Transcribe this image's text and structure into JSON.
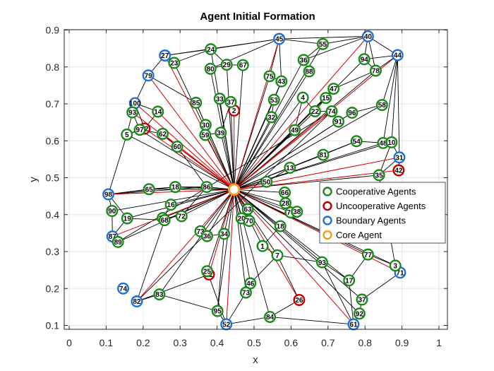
{
  "chart_data": {
    "type": "scatter",
    "title": "Agent Initial Formation",
    "xlabel": "x",
    "ylabel": "y",
    "xlim": [
      0,
      1
    ],
    "ylim": [
      0.1,
      0.9
    ],
    "xticks": [
      "0",
      "0.1",
      "0.2",
      "0.3",
      "0.4",
      "0.5",
      "0.6",
      "0.7",
      "0.8",
      "0.9",
      "1"
    ],
    "yticks": [
      "0.1",
      "0.2",
      "0.3",
      "0.4",
      "0.5",
      "0.6",
      "0.7",
      "0.8",
      "0.9"
    ],
    "grid": true,
    "legend_position": "right",
    "colors": {
      "cooperative": "#1a8a1a",
      "uncooperative": "#c00000",
      "boundary": "#1f6fd6",
      "core": "#f0a020",
      "edge": "#000000",
      "core_edge": "#d00000"
    },
    "series": [
      {
        "name": "Cooperative Agents",
        "key": "cooperative"
      },
      {
        "name": "Uncooperative Agents",
        "key": "uncooperative"
      },
      {
        "name": "Boundary Agents",
        "key": "boundary"
      },
      {
        "name": "Core Agent",
        "key": "core"
      }
    ],
    "core": {
      "x": 0.446,
      "y": 0.468
    },
    "nodes": [
      {
        "id": "45",
        "x": 0.568,
        "y": 0.876,
        "type": "boundary"
      },
      {
        "id": "40",
        "x": 0.808,
        "y": 0.883,
        "type": "boundary"
      },
      {
        "id": "44",
        "x": 0.888,
        "y": 0.832,
        "type": "boundary"
      },
      {
        "id": "27",
        "x": 0.259,
        "y": 0.831,
        "type": "boundary"
      },
      {
        "id": "79",
        "x": 0.214,
        "y": 0.777,
        "type": "boundary"
      },
      {
        "id": "100",
        "x": 0.178,
        "y": 0.702,
        "type": "boundary"
      },
      {
        "id": "31",
        "x": 0.893,
        "y": 0.555,
        "type": "boundary"
      },
      {
        "id": "98",
        "x": 0.106,
        "y": 0.455,
        "type": "boundary"
      },
      {
        "id": "87",
        "x": 0.117,
        "y": 0.341,
        "type": "boundary"
      },
      {
        "id": "71",
        "x": 0.895,
        "y": 0.243,
        "type": "boundary"
      },
      {
        "id": "74",
        "x": 0.146,
        "y": 0.2,
        "type": "boundary"
      },
      {
        "id": "82",
        "x": 0.183,
        "y": 0.165,
        "type": "boundary"
      },
      {
        "id": "61",
        "x": 0.769,
        "y": 0.103,
        "type": "boundary"
      },
      {
        "id": "52",
        "x": 0.425,
        "y": 0.103,
        "type": "boundary"
      },
      {
        "id": "2",
        "x": 0.446,
        "y": 0.682,
        "type": "uncooperative"
      },
      {
        "id": "12",
        "x": 0.204,
        "y": 0.633,
        "type": "uncooperative"
      },
      {
        "id": "42",
        "x": 0.891,
        "y": 0.52,
        "type": "uncooperative"
      },
      {
        "id": "21",
        "x": 0.378,
        "y": 0.238,
        "type": "uncooperative"
      },
      {
        "id": "26",
        "x": 0.622,
        "y": 0.169,
        "type": "uncooperative"
      },
      {
        "id": "55",
        "x": 0.686,
        "y": 0.862,
        "type": "cooperative"
      },
      {
        "id": "24",
        "x": 0.383,
        "y": 0.848,
        "type": "cooperative"
      },
      {
        "id": "23",
        "x": 0.284,
        "y": 0.811,
        "type": "cooperative"
      },
      {
        "id": "36",
        "x": 0.634,
        "y": 0.819,
        "type": "cooperative"
      },
      {
        "id": "94",
        "x": 0.798,
        "y": 0.821,
        "type": "cooperative"
      },
      {
        "id": "29",
        "x": 0.426,
        "y": 0.806,
        "type": "cooperative"
      },
      {
        "id": "67",
        "x": 0.47,
        "y": 0.805,
        "type": "cooperative"
      },
      {
        "id": "80",
        "x": 0.382,
        "y": 0.795,
        "type": "cooperative"
      },
      {
        "id": "88",
        "x": 0.649,
        "y": 0.788,
        "type": "cooperative"
      },
      {
        "id": "78",
        "x": 0.829,
        "y": 0.79,
        "type": "cooperative"
      },
      {
        "id": "75",
        "x": 0.542,
        "y": 0.775,
        "type": "cooperative"
      },
      {
        "id": "43",
        "x": 0.574,
        "y": 0.761,
        "type": "cooperative"
      },
      {
        "id": "47",
        "x": 0.715,
        "y": 0.741,
        "type": "cooperative"
      },
      {
        "id": "4",
        "x": 0.632,
        "y": 0.717,
        "type": "cooperative"
      },
      {
        "id": "33",
        "x": 0.407,
        "y": 0.714,
        "type": "cooperative"
      },
      {
        "id": "37",
        "x": 0.437,
        "y": 0.705,
        "type": "cooperative"
      },
      {
        "id": "53",
        "x": 0.554,
        "y": 0.711,
        "type": "cooperative"
      },
      {
        "id": "15",
        "x": 0.694,
        "y": 0.716,
        "type": "cooperative"
      },
      {
        "id": "85",
        "x": 0.343,
        "y": 0.703,
        "type": "cooperative"
      },
      {
        "id": "58",
        "x": 0.846,
        "y": 0.697,
        "type": "cooperative"
      },
      {
        "id": "14",
        "x": 0.24,
        "y": 0.679,
        "type": "cooperative"
      },
      {
        "id": "93",
        "x": 0.171,
        "y": 0.677,
        "type": "cooperative"
      },
      {
        "id": "22",
        "x": 0.665,
        "y": 0.68,
        "type": "cooperative"
      },
      {
        "id": "74",
        "x": 0.71,
        "y": 0.68,
        "type": "cooperative"
      },
      {
        "id": "96",
        "x": 0.765,
        "y": 0.676,
        "type": "cooperative"
      },
      {
        "id": "32",
        "x": 0.547,
        "y": 0.664,
        "type": "cooperative"
      },
      {
        "id": "91",
        "x": 0.728,
        "y": 0.652,
        "type": "cooperative"
      },
      {
        "id": "30",
        "x": 0.369,
        "y": 0.643,
        "type": "cooperative"
      },
      {
        "id": "97",
        "x": 0.191,
        "y": 0.63,
        "type": "cooperative"
      },
      {
        "id": "39",
        "x": 0.41,
        "y": 0.622,
        "type": "cooperative"
      },
      {
        "id": "62",
        "x": 0.253,
        "y": 0.619,
        "type": "cooperative"
      },
      {
        "id": "59",
        "x": 0.368,
        "y": 0.616,
        "type": "cooperative"
      },
      {
        "id": "5",
        "x": 0.156,
        "y": 0.617,
        "type": "cooperative"
      },
      {
        "id": "49",
        "x": 0.61,
        "y": 0.629,
        "type": "cooperative"
      },
      {
        "id": "54",
        "x": 0.777,
        "y": 0.599,
        "type": "cooperative"
      },
      {
        "id": "48",
        "x": 0.849,
        "y": 0.594,
        "type": "cooperative"
      },
      {
        "id": "10",
        "x": 0.872,
        "y": 0.596,
        "type": "cooperative"
      },
      {
        "id": "60",
        "x": 0.292,
        "y": 0.584,
        "type": "cooperative"
      },
      {
        "id": "81",
        "x": 0.687,
        "y": 0.562,
        "type": "cooperative"
      },
      {
        "id": "13",
        "x": 0.597,
        "y": 0.527,
        "type": "cooperative"
      },
      {
        "id": "35",
        "x": 0.838,
        "y": 0.507,
        "type": "cooperative"
      },
      {
        "id": "50",
        "x": 0.534,
        "y": 0.489,
        "type": "cooperative"
      },
      {
        "id": "65",
        "x": 0.216,
        "y": 0.469,
        "type": "cooperative"
      },
      {
        "id": "18",
        "x": 0.287,
        "y": 0.475,
        "type": "cooperative"
      },
      {
        "id": "86",
        "x": 0.372,
        "y": 0.475,
        "type": "cooperative"
      },
      {
        "id": "66",
        "x": 0.583,
        "y": 0.46,
        "type": "cooperative"
      },
      {
        "id": "28",
        "x": 0.585,
        "y": 0.431,
        "type": "cooperative"
      },
      {
        "id": "16",
        "x": 0.275,
        "y": 0.427,
        "type": "cooperative"
      },
      {
        "id": "90",
        "x": 0.116,
        "y": 0.41,
        "type": "cooperative"
      },
      {
        "id": "63",
        "x": 0.483,
        "y": 0.415,
        "type": "cooperative"
      },
      {
        "id": "76",
        "x": 0.599,
        "y": 0.406,
        "type": "cooperative"
      },
      {
        "id": "38",
        "x": 0.616,
        "y": 0.408,
        "type": "cooperative"
      },
      {
        "id": "19",
        "x": 0.157,
        "y": 0.39,
        "type": "cooperative"
      },
      {
        "id": "72",
        "x": 0.304,
        "y": 0.396,
        "type": "cooperative"
      },
      {
        "id": "89",
        "x": 0.253,
        "y": 0.391,
        "type": "cooperative"
      },
      {
        "id": "68",
        "x": 0.258,
        "y": 0.385,
        "type": "cooperative"
      },
      {
        "id": "20",
        "x": 0.466,
        "y": 0.39,
        "type": "cooperative"
      },
      {
        "id": "70",
        "x": 0.487,
        "y": 0.383,
        "type": "cooperative"
      },
      {
        "id": "18b",
        "label": "18",
        "x": 0.571,
        "y": 0.369,
        "type": "cooperative"
      },
      {
        "id": "73",
        "x": 0.355,
        "y": 0.355,
        "type": "cooperative"
      },
      {
        "id": "36b",
        "label": "36",
        "x": 0.373,
        "y": 0.342,
        "type": "cooperative"
      },
      {
        "id": "34",
        "x": 0.419,
        "y": 0.348,
        "type": "cooperative"
      },
      {
        "id": "89b",
        "label": "89",
        "x": 0.132,
        "y": 0.326,
        "type": "cooperative"
      },
      {
        "id": "1",
        "x": 0.523,
        "y": 0.315,
        "type": "cooperative"
      },
      {
        "id": "7",
        "x": 0.563,
        "y": 0.29,
        "type": "cooperative"
      },
      {
        "id": "77",
        "x": 0.808,
        "y": 0.292,
        "type": "cooperative"
      },
      {
        "id": "93b",
        "label": "93",
        "x": 0.684,
        "y": 0.271,
        "type": "cooperative"
      },
      {
        "id": "3",
        "x": 0.882,
        "y": 0.262,
        "type": "cooperative"
      },
      {
        "id": "25",
        "x": 0.373,
        "y": 0.247,
        "type": "cooperative"
      },
      {
        "id": "17",
        "x": 0.757,
        "y": 0.222,
        "type": "cooperative"
      },
      {
        "id": "46",
        "x": 0.49,
        "y": 0.214,
        "type": "cooperative"
      },
      {
        "id": "73b",
        "label": "73",
        "x": 0.478,
        "y": 0.189,
        "type": "cooperative"
      },
      {
        "id": "83",
        "x": 0.244,
        "y": 0.184,
        "type": "cooperative"
      },
      {
        "id": "37b",
        "label": "37",
        "x": 0.792,
        "y": 0.17,
        "type": "cooperative"
      },
      {
        "id": "95",
        "x": 0.401,
        "y": 0.139,
        "type": "cooperative"
      },
      {
        "id": "92",
        "x": 0.785,
        "y": 0.132,
        "type": "cooperative"
      },
      {
        "id": "84",
        "x": 0.543,
        "y": 0.123,
        "type": "cooperative"
      }
    ],
    "core_links": [
      "2",
      "12",
      "42",
      "21",
      "26",
      "79",
      "100",
      "27",
      "45",
      "40",
      "44",
      "31",
      "98",
      "87",
      "74",
      "82",
      "61",
      "52",
      "71",
      "62",
      "93",
      "14"
    ],
    "edges": [
      [
        "27",
        "24"
      ],
      [
        "27",
        "45"
      ],
      [
        "27",
        "23"
      ],
      [
        "27",
        "79"
      ],
      [
        "23",
        "24"
      ],
      [
        "24",
        "45"
      ],
      [
        "24",
        "29"
      ],
      [
        "45",
        "55"
      ],
      [
        "45",
        "40"
      ],
      [
        "45",
        "80"
      ],
      [
        "45",
        "75"
      ],
      [
        "45",
        "43"
      ],
      [
        "40",
        "55"
      ],
      [
        "40",
        "44"
      ],
      [
        "40",
        "94"
      ],
      [
        "40",
        "36"
      ],
      [
        "40",
        "78"
      ],
      [
        "44",
        "94"
      ],
      [
        "44",
        "78"
      ],
      [
        "44",
        "58"
      ],
      [
        "44",
        "10"
      ],
      [
        "44",
        "48"
      ],
      [
        "44",
        "31"
      ],
      [
        "79",
        "100"
      ],
      [
        "79",
        "85"
      ],
      [
        "100",
        "93"
      ],
      [
        "100",
        "14"
      ],
      [
        "100",
        "5"
      ],
      [
        "100",
        "12"
      ],
      [
        "93",
        "97"
      ],
      [
        "5",
        "97"
      ],
      [
        "97",
        "62"
      ],
      [
        "62",
        "60"
      ],
      [
        "14",
        "12"
      ],
      [
        "12",
        "5"
      ],
      [
        "5",
        "98"
      ],
      [
        "98",
        "90"
      ],
      [
        "98",
        "65"
      ],
      [
        "98",
        "19"
      ],
      [
        "98",
        "18"
      ],
      [
        "98",
        "86"
      ],
      [
        "90",
        "87"
      ],
      [
        "87",
        "89b"
      ],
      [
        "89b",
        "74"
      ],
      [
        "87",
        "19"
      ],
      [
        "19",
        "68"
      ],
      [
        "74",
        "82"
      ],
      [
        "82",
        "83"
      ],
      [
        "82",
        "21"
      ],
      [
        "82",
        "68"
      ],
      [
        "83",
        "95"
      ],
      [
        "95",
        "52"
      ],
      [
        "52",
        "25"
      ],
      [
        "52",
        "73b"
      ],
      [
        "52",
        "84"
      ],
      [
        "84",
        "61"
      ],
      [
        "84",
        "26"
      ],
      [
        "61",
        "92"
      ],
      [
        "92",
        "37b"
      ],
      [
        "37b",
        "71"
      ],
      [
        "71",
        "3"
      ],
      [
        "3",
        "77"
      ],
      [
        "77",
        "17"
      ],
      [
        "17",
        "61"
      ],
      [
        "93b",
        "17"
      ],
      [
        "93b",
        "7"
      ],
      [
        "93b",
        "61"
      ],
      [
        "3",
        "35"
      ],
      [
        "35",
        "31"
      ],
      [
        "31",
        "42"
      ],
      [
        "31",
        "10"
      ],
      [
        "48",
        "54"
      ],
      [
        "54",
        "81"
      ],
      [
        "81",
        "13"
      ],
      [
        "13",
        "50"
      ],
      [
        "58",
        "96"
      ],
      [
        "96",
        "91"
      ],
      [
        "91",
        "74"
      ],
      [
        "74",
        "22"
      ],
      [
        "22",
        "15"
      ],
      [
        "15",
        "47"
      ],
      [
        "47",
        "78"
      ],
      [
        "78",
        "94"
      ],
      [
        "88",
        "36"
      ],
      [
        "36",
        "55"
      ],
      [
        "43",
        "75"
      ],
      [
        "53",
        "43"
      ],
      [
        "32",
        "53"
      ],
      [
        "49",
        "4"
      ],
      [
        "4",
        "22"
      ],
      [
        "33",
        "37"
      ],
      [
        "37",
        "2"
      ],
      [
        "85",
        "30"
      ],
      [
        "30",
        "59"
      ],
      [
        "59",
        "39"
      ],
      [
        "39",
        "37"
      ],
      [
        "29",
        "67"
      ],
      [
        "80",
        "29"
      ],
      [
        "60",
        "86"
      ],
      [
        "65",
        "18"
      ],
      [
        "18",
        "86"
      ],
      [
        "16",
        "89"
      ],
      [
        "89",
        "72"
      ],
      [
        "72",
        "86"
      ],
      [
        "73",
        "36b"
      ],
      [
        "36b",
        "34"
      ],
      [
        "34",
        "95"
      ],
      [
        "63",
        "70"
      ],
      [
        "70",
        "20"
      ],
      [
        "66",
        "28"
      ],
      [
        "28",
        "76"
      ],
      [
        "76",
        "38"
      ],
      [
        "18b",
        "1"
      ],
      [
        "1",
        "7"
      ],
      [
        "7",
        "46"
      ],
      [
        "46",
        "73b"
      ],
      [
        "25",
        "21"
      ],
      [
        "26",
        "7"
      ],
      [
        "10",
        "35"
      ]
    ]
  }
}
